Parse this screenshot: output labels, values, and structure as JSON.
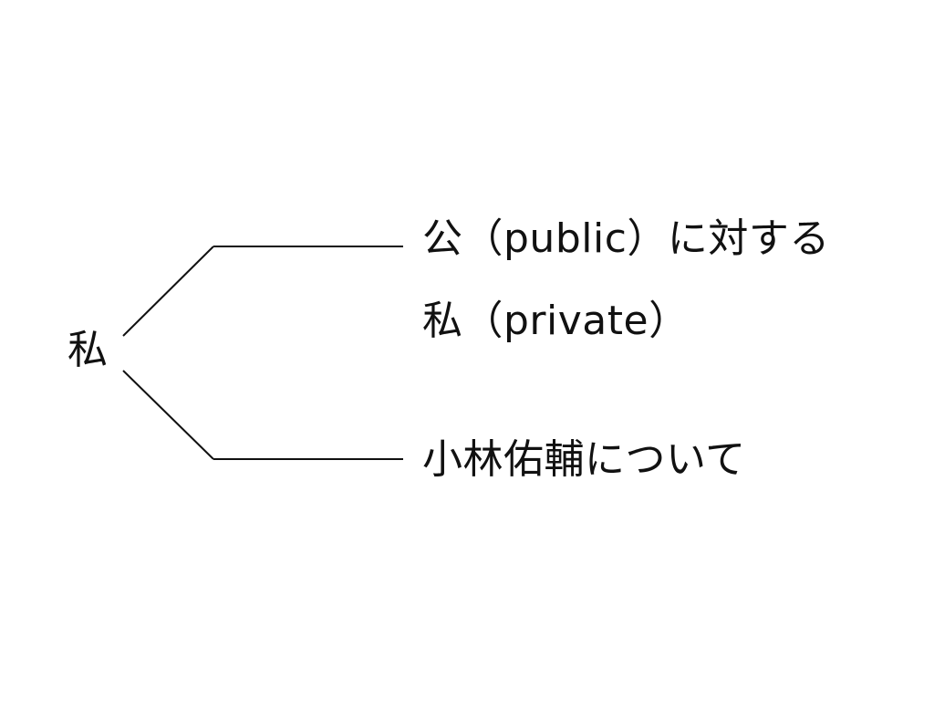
{
  "diagram": {
    "root": {
      "label": "私"
    },
    "branches": [
      {
        "lines": [
          "公（public）に対する",
          "私（private）"
        ]
      },
      {
        "lines": [
          "小林佑輔について"
        ]
      }
    ],
    "colors": {
      "line": "#111111",
      "text": "#111111",
      "background": "#ffffff"
    }
  }
}
